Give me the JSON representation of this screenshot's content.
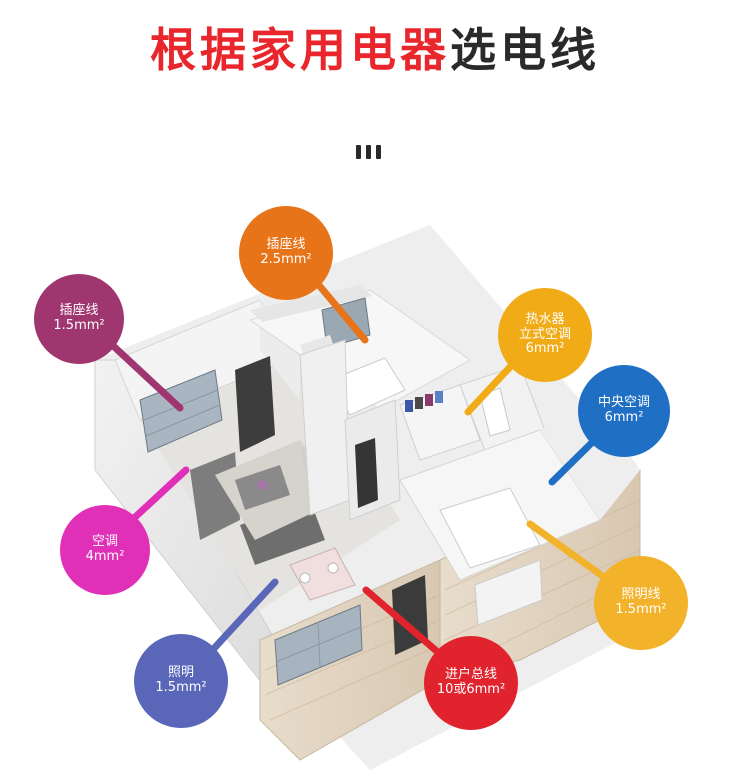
{
  "header": {
    "title_red": "根据家用电器",
    "title_dark": "选电线"
  },
  "callouts": {
    "socket_25": {
      "line1": "插座线",
      "line2": "2.5mm²",
      "color": "#e8741a"
    },
    "socket_15": {
      "line1": "插座线",
      "line2": "1.5mm²",
      "color": "#a0366f"
    },
    "water_heater": {
      "line1": "热水器",
      "line2": "立式空调",
      "line3": "6mm²",
      "color": "#f0ab17"
    },
    "central_ac": {
      "line1": "中央空调",
      "line2": "6mm²",
      "color": "#1f6fc4"
    },
    "ac": {
      "line1": "空调",
      "line2": "4mm²",
      "color": "#e030b8"
    },
    "lighting_line": {
      "line1": "照明线",
      "line2": "1.5mm²",
      "color": "#f2b22a"
    },
    "lighting": {
      "line1": "照明",
      "line2": "1.5mm²",
      "color": "#5a66b8"
    },
    "main_line": {
      "line1": "进户总线",
      "line2": "10或6mm²",
      "color": "#e1232e"
    }
  }
}
